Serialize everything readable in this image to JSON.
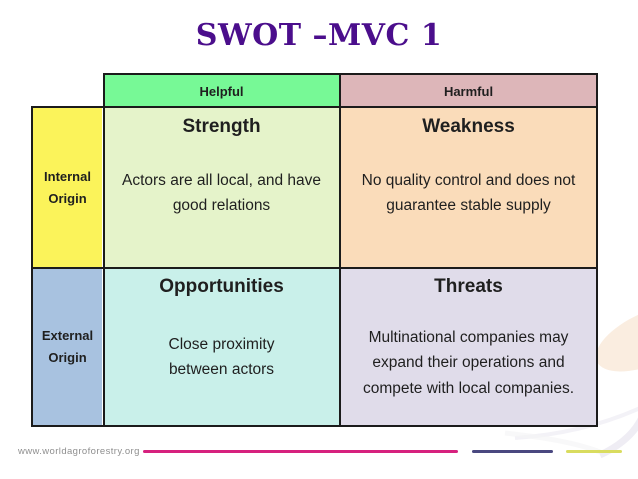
{
  "slide": {
    "title": "SWOT –MVC 1",
    "title_color": "#4b0e8c"
  },
  "matrix": {
    "border_color": "#1b1b1b",
    "column_headers": [
      {
        "label": "Helpful",
        "bg": "#77f996"
      },
      {
        "label": "Harmful",
        "bg": "#ddb6b9"
      }
    ],
    "row_headers": [
      {
        "label": "Internal Origin",
        "bg": "#fbf35a"
      },
      {
        "label": "External Origin",
        "bg": "#a8c2e0"
      }
    ],
    "quadrants": [
      {
        "heading": "Strength",
        "body": "Actors are all local, and have good relations",
        "bg": "#e5f3ca"
      },
      {
        "heading": "Weakness",
        "body": "No quality control and does not guarantee stable supply",
        "bg": "#fadcba"
      },
      {
        "heading": "Opportunities",
        "body": "Close proximity between actors",
        "bg": "#c9f0ea"
      },
      {
        "heading": "Threats",
        "body": "Multinational companies may expand their operations and compete with local companies.",
        "bg": "#e0dcea"
      }
    ]
  },
  "footer": {
    "website": "www.worldagroforestry.org",
    "divider_segments": [
      {
        "color": "#d6217e"
      },
      {
        "color": "#4a4880"
      },
      {
        "color": "#d9dc5f"
      }
    ]
  }
}
